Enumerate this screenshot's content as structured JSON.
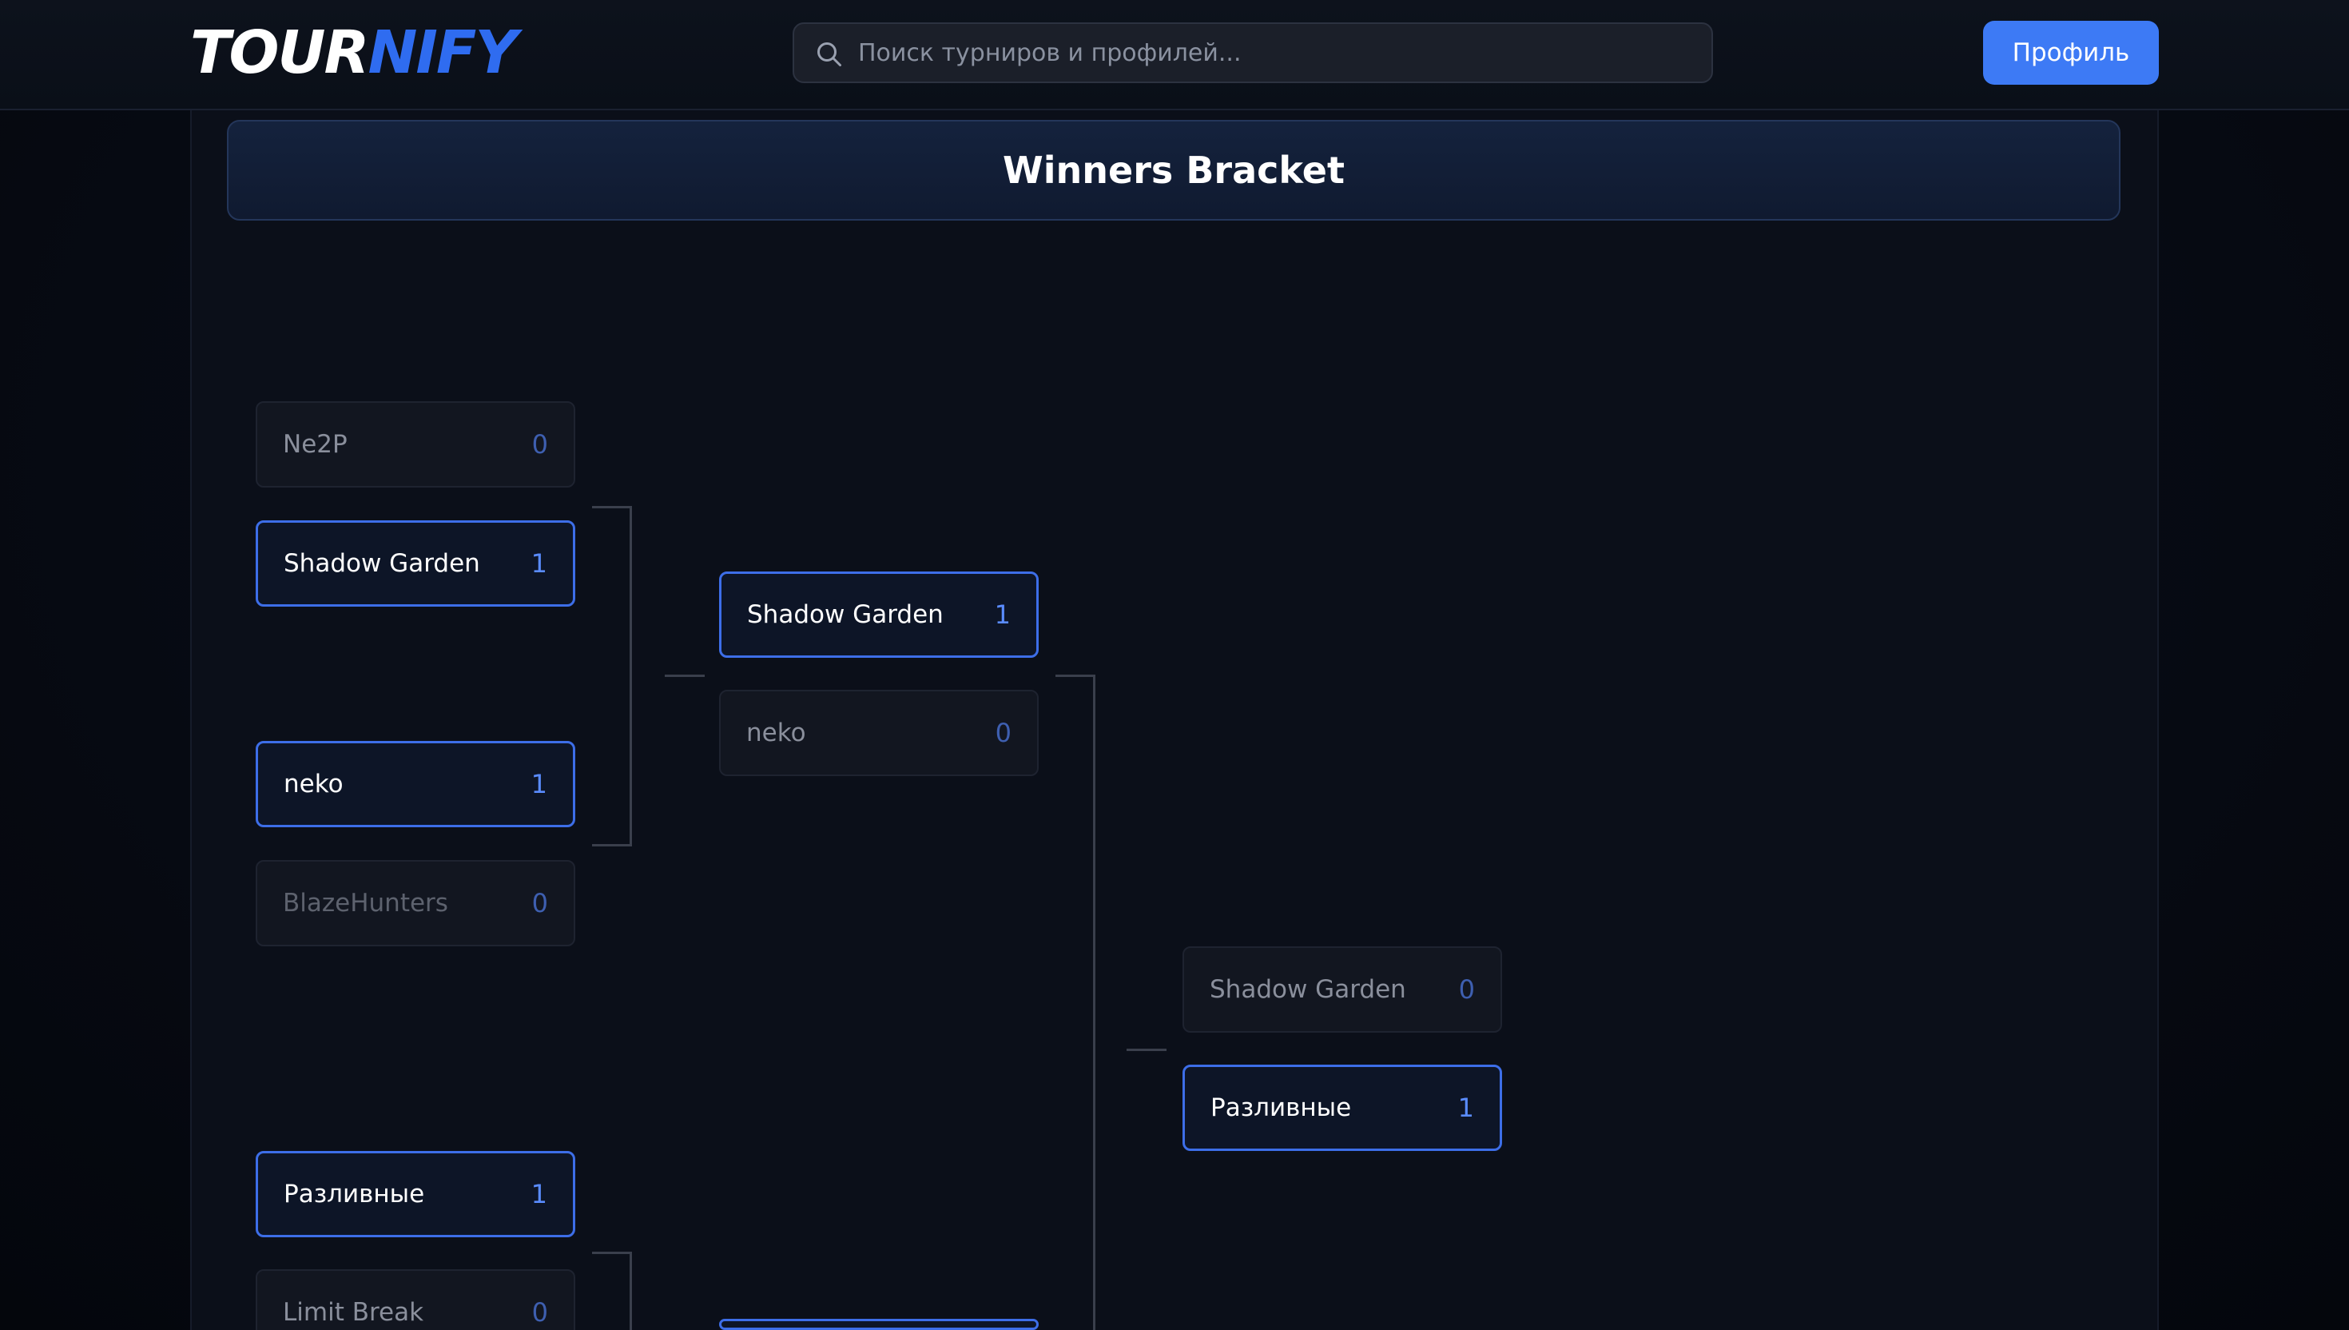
{
  "header": {
    "logo_part1": "TOUR",
    "logo_part2": "NIFY",
    "search_placeholder": "Поиск турниров и профилей...",
    "profile_label": "Профиль"
  },
  "bracket": {
    "title": "Winners Bracket",
    "round1": [
      {
        "name": "Ne2P",
        "score": "0",
        "result": "lose"
      },
      {
        "name": "Shadow Garden",
        "score": "1",
        "result": "win"
      },
      {
        "name": "neko",
        "score": "1",
        "result": "win"
      },
      {
        "name": "BlazeHunters",
        "score": "0",
        "result": "lose"
      },
      {
        "name": "Разливные",
        "score": "1",
        "result": "win"
      },
      {
        "name": "Limit Break",
        "score": "0",
        "result": "lose"
      }
    ],
    "round2": [
      {
        "name": "Shadow Garden",
        "score": "1",
        "result": "win"
      },
      {
        "name": "neko",
        "score": "0",
        "result": "lose"
      }
    ],
    "round3": [
      {
        "name": "Shadow Garden",
        "score": "0",
        "result": "lose"
      },
      {
        "name": "Разливные",
        "score": "1",
        "result": "win"
      }
    ]
  },
  "colors": {
    "accent": "#3d7af5",
    "win_border": "#3d6ee8",
    "background": "#0b0f19"
  }
}
